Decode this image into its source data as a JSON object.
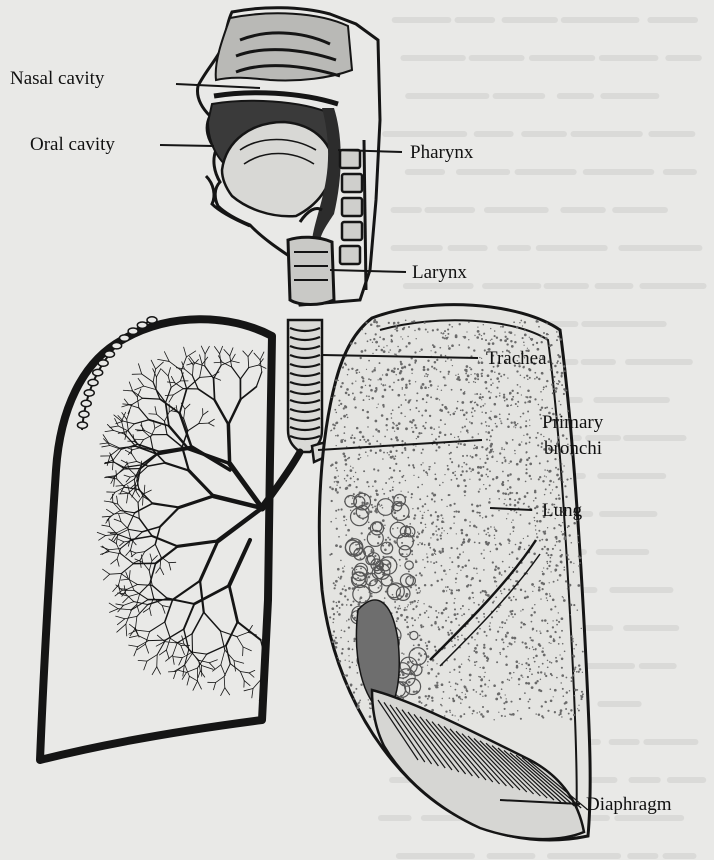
{
  "labels": {
    "nasal_cavity": "Nasal cavity",
    "oral_cavity": "Oral cavity",
    "pharynx": "Pharynx",
    "larynx": "Larynx",
    "trachea": "Trachea",
    "primary_bronchi_line1": "Primary",
    "primary_bronchi_line2": "bronchi",
    "lung": "Lung",
    "diaphragm": "Diaphragm"
  },
  "colors": {
    "paper": "#e9e9e7",
    "ink": "#151515",
    "faint_text": "#c9c9c6"
  }
}
